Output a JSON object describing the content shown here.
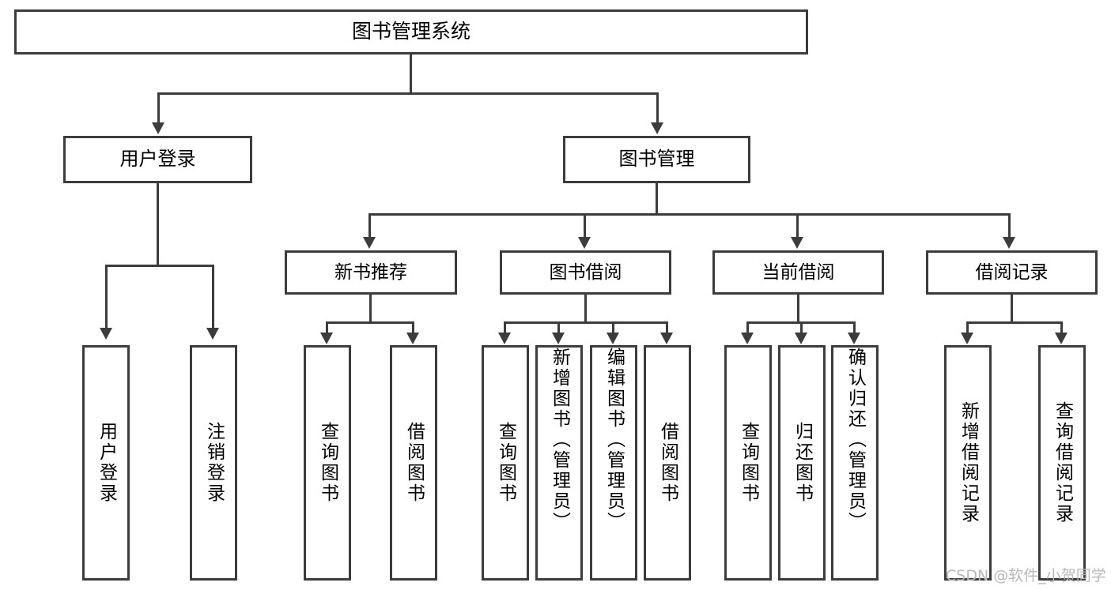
{
  "diagram": {
    "type": "tree-hierarchy",
    "title": "图书管理系统",
    "root": {
      "label": "图书管理系统"
    },
    "level1": [
      {
        "label": "用户登录"
      },
      {
        "label": "图书管理"
      }
    ],
    "level2": [
      {
        "label": "新书推荐"
      },
      {
        "label": "图书借阅"
      },
      {
        "label": "当前借阅"
      },
      {
        "label": "借阅记录"
      }
    ],
    "leaves": {
      "user_login": [
        {
          "label": "用户登录"
        },
        {
          "label": "注销登录"
        }
      ],
      "new_book_recommend": [
        {
          "label": "查询图书"
        },
        {
          "label": "借阅图书"
        }
      ],
      "book_borrow": [
        {
          "label": "查询图书"
        },
        {
          "label": "新增图书（管理员）"
        },
        {
          "label": "编辑图书（管理员）"
        },
        {
          "label": "借阅图书"
        }
      ],
      "current_borrow": [
        {
          "label": "查询图书"
        },
        {
          "label": "归还图书"
        },
        {
          "label": "确认归还（管理员）"
        }
      ],
      "borrow_record": [
        {
          "label": "新增借阅记录"
        },
        {
          "label": "查询借阅记录"
        }
      ]
    }
  },
  "watermark": {
    "text": "CSDN @软件_小贺同学"
  },
  "colors": {
    "border": "#3c3c3c",
    "box_fill": "#ffffff",
    "text": "#000000",
    "watermark": "#b8b8b8",
    "background": "#ffffff"
  }
}
